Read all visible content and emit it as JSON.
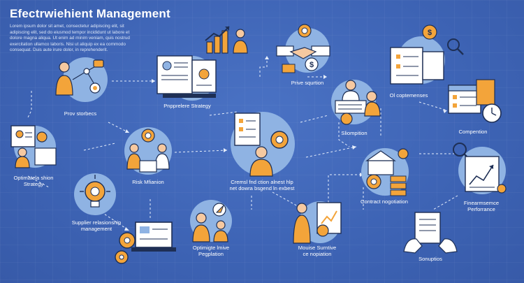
{
  "header": {
    "title": "Efectrwiehient Management",
    "intro": [
      "Lorem ipsum dolor sit amet, consectetur adipiscing elit, sit",
      "adipiscing elit, sed do eiusmod tempor incididunt ut labore et",
      "dolore magna aliqua. Ut enim ad minim veniam, quis nostrud",
      "exercitation ullamco laboris. Nisi ut aliquip ex ea commodo",
      "consequat. Duis aute irure dolor, in reprehenderit."
    ]
  },
  "nodes": {
    "prov_stories": {
      "lines": [
        "Prov storbecs"
      ]
    },
    "prepare_strategy": {
      "lines": [
        "Pnpprelere Strategy"
      ]
    },
    "prive_equations": {
      "lines": [
        "Prive squrtion"
      ]
    },
    "operations": {
      "lines": [
        "Ol coptemenses"
      ]
    },
    "elimination": {
      "lines": [
        "Sliompition"
      ]
    },
    "competition": {
      "lines": [
        "Compention"
      ]
    },
    "optimization_strategy": {
      "lines": [
        "Optimatela shion",
        "Strategy"
      ]
    },
    "risk_mention": {
      "lines": [
        "Risk Mfianion"
      ]
    },
    "central": {
      "lines": [
        "Cremsl fnd ction alnest hlp",
        "net dowra bsgend ln exbest"
      ]
    },
    "contract_negotiation": {
      "lines": [
        "Contract nogotiation"
      ]
    },
    "finance_performance": {
      "lines": [
        "Finearmsemce",
        "Perforrance"
      ]
    },
    "supplier_relationship": {
      "lines": [
        "Supplier relasionship",
        "management"
      ]
    },
    "optimize_population": {
      "lines": [
        "Optimigte lmive",
        "Pegplation"
      ]
    },
    "mouse_summary": {
      "lines": [
        "Mouise Surntive",
        "ce nopiation"
      ]
    },
    "solutions": {
      "lines": [
        "Sonuptios"
      ]
    }
  },
  "colors": {
    "background": "#3f66b8",
    "circle": "#8fb3e3",
    "accent_orange": "#f3a43a",
    "outline": "#1e2f55",
    "skin": "#f6c9a0",
    "white": "#ffffff"
  }
}
